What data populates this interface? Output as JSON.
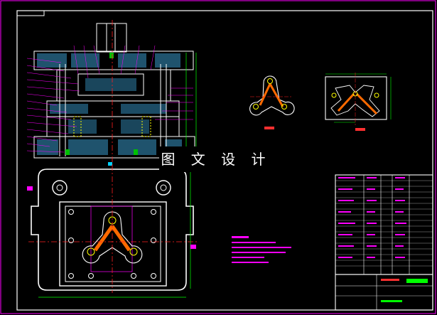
{
  "watermark": "图 文 设 计",
  "colors": {
    "background": "#000000",
    "border": "#ff00ff",
    "outline": "#ffffff",
    "hatch": "#2f7fa8",
    "centerline": "#ff2020",
    "dimension": "#00ff00",
    "leader": "#ff00ff",
    "label": "#ff3030",
    "hole": "#ffff00",
    "title_band": "#00ff00"
  },
  "icons": {
    "watermark": "watermark-stamp",
    "stamp": "green-title-stamp"
  }
}
